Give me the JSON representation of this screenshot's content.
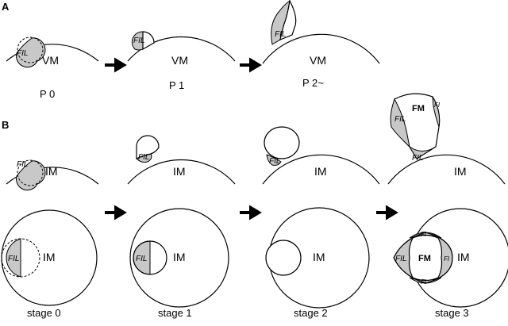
{
  "panels": {
    "A": {
      "letter": "A",
      "meristem": "VM",
      "stages": [
        "P 0",
        "P 1",
        "P 2~"
      ]
    },
    "B": {
      "letter": "B",
      "meristem": "IM",
      "stages": [
        "stage 0",
        "stage 1",
        "stage 2",
        "stage 3"
      ]
    }
  },
  "labels": {
    "fil": "FIL",
    "fm": "FM",
    "fil_abbrev": "FI"
  }
}
